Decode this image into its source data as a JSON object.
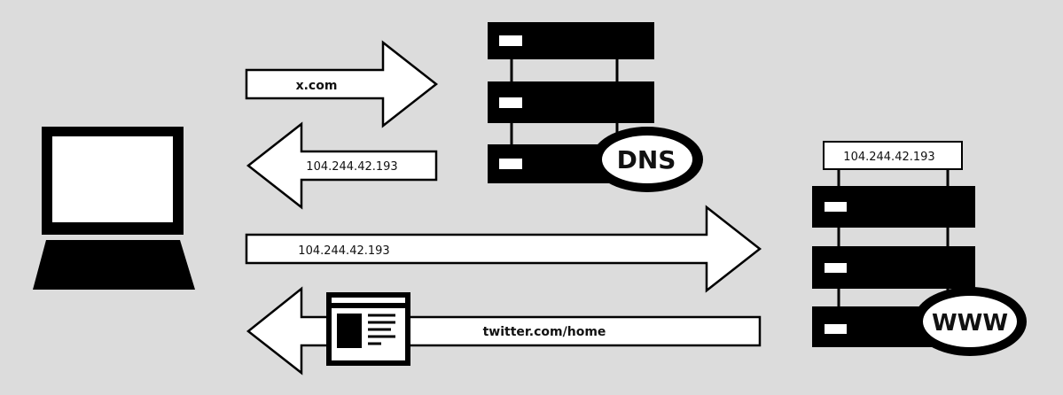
{
  "arrows": {
    "query_domain": "x.com",
    "dns_reply_ip": "104.244.42.193",
    "request_ip": "104.244.42.193",
    "response_page": "twitter.com/home"
  },
  "dns_server": {
    "badge": "DNS"
  },
  "web_server": {
    "ip_label": "104.244.42.193",
    "badge": "WWW"
  },
  "colors": {
    "background": "#dcdcdc",
    "ink": "#000000",
    "paper": "#ffffff"
  },
  "icons": {
    "client": "laptop-icon",
    "dns": "dns-server-icon",
    "web": "web-server-icon",
    "page": "web-page-icon"
  }
}
